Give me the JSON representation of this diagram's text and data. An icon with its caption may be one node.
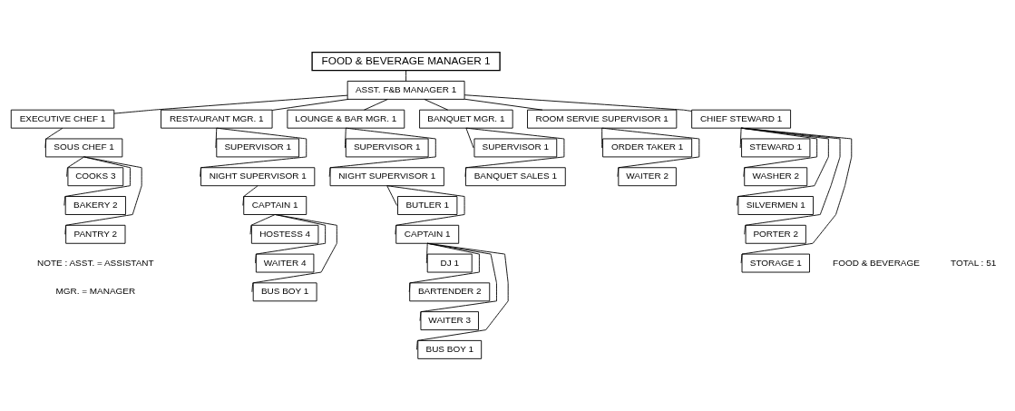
{
  "diagram": {
    "nodes": [
      {
        "text": [
          "FOOD & BEVERAGE MANAGER 1"
        ]
      },
      {
        "text": [
          "ASST. F&B MANAGER 1"
        ]
      },
      {
        "text": [
          "EXECUTIVE CHEF 1"
        ]
      },
      {
        "text": [
          "SOUS CHEF 1"
        ]
      },
      {
        "text": [
          "COOKS 3"
        ]
      },
      {
        "text": [
          "BAKERY 2"
        ]
      },
      {
        "text": [
          "PANTRY 2"
        ]
      },
      {
        "text": [
          "RESTAURANT MGR. 1"
        ]
      },
      {
        "text": [
          "SUPERVISOR 1"
        ]
      },
      {
        "text": [
          "NIGHT SUPERVISOR 1"
        ]
      },
      {
        "text": [
          "CAPTAIN 1"
        ]
      },
      {
        "text": [
          "HOSTESS 4"
        ]
      },
      {
        "text": [
          "WAITER 4"
        ]
      },
      {
        "text": [
          "BUS BOY 1"
        ]
      },
      {
        "text": [
          "LOUNGE & BAR MGR. 1"
        ]
      },
      {
        "text": [
          "SUPERVISOR 1"
        ]
      },
      {
        "text": [
          "NIGHT SUPERVISOR 1"
        ]
      },
      {
        "text": [
          "BUTLER 1"
        ]
      },
      {
        "text": [
          "CAPTAIN 1"
        ]
      },
      {
        "text": [
          "DJ 1"
        ]
      },
      {
        "text": [
          "BARTENDER 2"
        ]
      },
      {
        "text": [
          "WAITER 3"
        ]
      },
      {
        "text": [
          "BUS BOY 1"
        ]
      },
      {
        "text": [
          "BANQUET MGR. 1"
        ]
      },
      {
        "text": [
          "SUPERVISOR 1"
        ]
      },
      {
        "text": [
          "BANQUET SALES 1"
        ]
      },
      {
        "text": [
          "ROOM SERVIE SUPERVISOR 1"
        ]
      },
      {
        "text": [
          "ORDER TAKER 1"
        ]
      },
      {
        "text": [
          "WAITER 2"
        ]
      },
      {
        "text": [
          "CHIEF STEWARD 1"
        ]
      },
      {
        "text": [
          "STEWARD 1"
        ]
      },
      {
        "text": [
          "WASHER 2"
        ]
      },
      {
        "text": [
          "SILVERMEN 1"
        ]
      },
      {
        "text": [
          "PORTER 2"
        ]
      },
      {
        "text": [
          "STORAGE 1"
        ]
      }
    ],
    "edges": [
      {
        "from": 0,
        "to": 1,
        "arrow": "none"
      },
      {
        "from": 1,
        "to": 2,
        "arrow": "none"
      },
      {
        "from": 1,
        "to": 7,
        "arrow": "none"
      },
      {
        "from": 1,
        "to": 14,
        "arrow": "none"
      },
      {
        "from": 1,
        "to": 23,
        "arrow": "none"
      },
      {
        "from": 1,
        "to": 26,
        "arrow": "none"
      },
      {
        "from": 1,
        "to": 29,
        "arrow": "none"
      },
      {
        "from": 2,
        "to": 3,
        "arrow": "none"
      },
      {
        "from": 3,
        "to": 4,
        "arrow": "none"
      },
      {
        "from": 3,
        "to": 5,
        "arrow": "none"
      },
      {
        "from": 3,
        "to": 6,
        "arrow": "none"
      },
      {
        "from": 7,
        "to": 8,
        "arrow": "none"
      },
      {
        "from": 7,
        "to": 9,
        "arrow": "none"
      },
      {
        "from": 9,
        "to": 10,
        "arrow": "none"
      },
      {
        "from": 10,
        "to": 11,
        "arrow": "none"
      },
      {
        "from": 10,
        "to": 12,
        "arrow": "none"
      },
      {
        "from": 10,
        "to": 13,
        "arrow": "none"
      },
      {
        "from": 14,
        "to": 15,
        "arrow": "none"
      },
      {
        "from": 14,
        "to": 16,
        "arrow": "none"
      },
      {
        "from": 16,
        "to": 17,
        "arrow": "none"
      },
      {
        "from": 16,
        "to": 18,
        "arrow": "none"
      },
      {
        "from": 18,
        "to": 19,
        "arrow": "none"
      },
      {
        "from": 18,
        "to": 20,
        "arrow": "none"
      },
      {
        "from": 18,
        "to": 21,
        "arrow": "none"
      },
      {
        "from": 18,
        "to": 22,
        "arrow": "none"
      },
      {
        "from": 23,
        "to": 24,
        "arrow": "none"
      },
      {
        "from": 23,
        "to": 25,
        "arrow": "none"
      },
      {
        "from": 26,
        "to": 27,
        "arrow": "none"
      },
      {
        "from": 26,
        "to": 28,
        "arrow": "none"
      },
      {
        "from": 29,
        "to": 30,
        "arrow": "none"
      },
      {
        "from": 29,
        "to": 31,
        "arrow": "none"
      },
      {
        "from": 29,
        "to": 32,
        "arrow": "none"
      },
      {
        "from": 29,
        "to": 33,
        "arrow": "none"
      },
      {
        "from": 29,
        "to": 34,
        "arrow": "none"
      }
    ],
    "labels": [
      "NOTE : ASST. = ASSISTANT",
      "MGR. = MANAGER",
      "FOOD & BEVERAGE",
      "TOTAL : 51"
    ]
  }
}
